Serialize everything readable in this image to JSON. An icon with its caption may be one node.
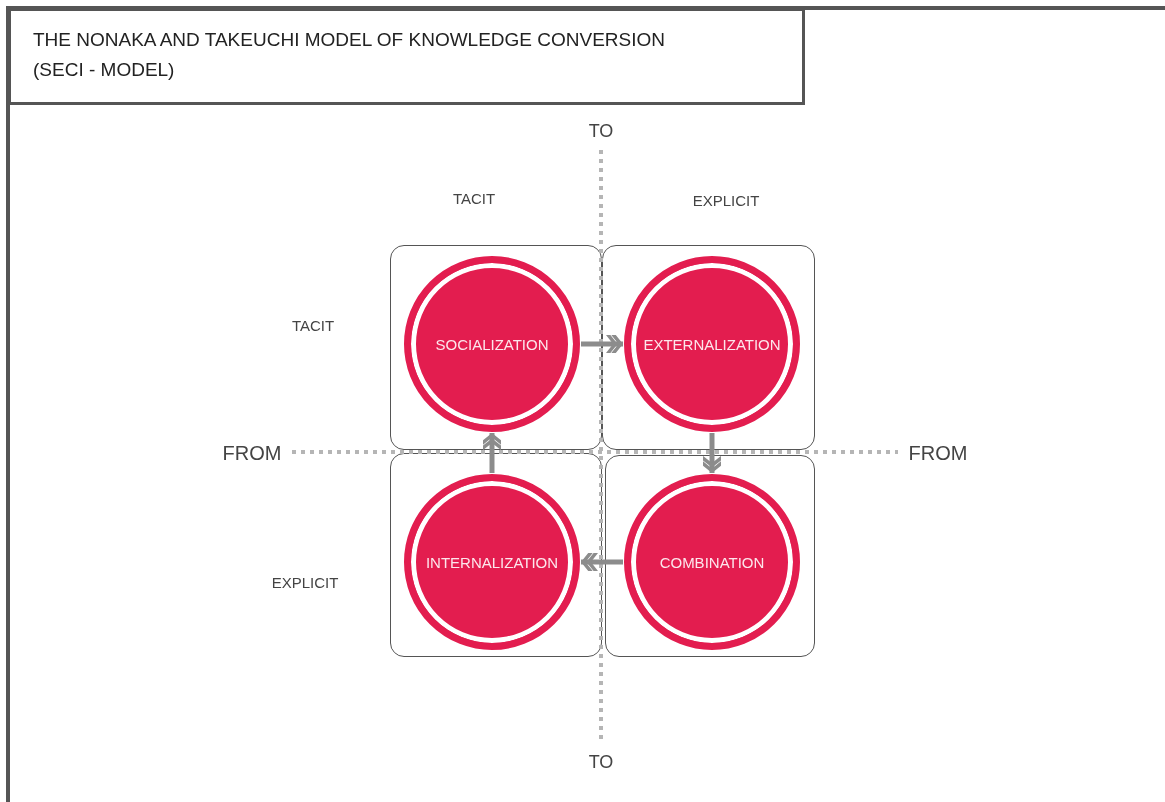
{
  "diagram": {
    "title": "THE NONAKA AND TAKEUCHI MODEL OF KNOWLEDGE CONVERSION (SECI - MODEL)",
    "nodes": [
      {
        "text": [
          "SOCIALIZATION"
        ]
      },
      {
        "text": [
          "EXTERNALIZATION"
        ]
      },
      {
        "text": [
          "INTERNALIZATION"
        ]
      },
      {
        "text": [
          "COMBINATION"
        ]
      }
    ],
    "edges": [
      {
        "from": 0,
        "to": 1,
        "arrow": "to"
      },
      {
        "from": 1,
        "to": 3,
        "arrow": "to"
      },
      {
        "from": 3,
        "to": 2,
        "arrow": "to"
      },
      {
        "from": 2,
        "to": 0,
        "arrow": "to"
      }
    ],
    "labels": [
      "TO",
      "TACIT",
      "EXPLICIT",
      "TACIT",
      "FROM",
      "FROM",
      "EXPLICIT",
      "TO"
    ]
  }
}
